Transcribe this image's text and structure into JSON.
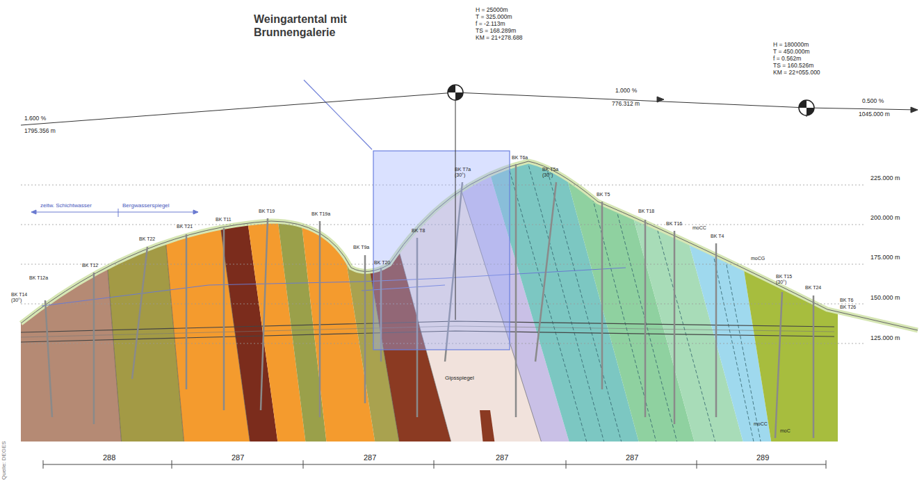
{
  "diagram": {
    "labels": [
      "Weingartental mit Brunnengalerie",
      "H = 25000m",
      "T = 325.000m",
      "f = -2.113m",
      "TS = 168.289m",
      "KM = 21+278.688",
      "H = 180000m",
      "T = 450.000m",
      "f = 0.562m",
      "TS = 160.526m",
      "KM = 22+055.000",
      "1.600 %",
      "1795.356 m",
      "1.000 %",
      "776.312 m",
      "0.500 %",
      "1045.000 m",
      "225.000 m",
      "200.000 m",
      "175.000 m",
      "150.000 m",
      "125.000 m",
      "288",
      "287",
      "287",
      "287",
      "287",
      "289",
      "zeitw. Schichtwasser",
      "Bergwasserspiegel",
      "Quelle: DEGES",
      "Gipsspiegel",
      "BK T12a",
      "BK T14 (30°)",
      "BK T12",
      "BK T22",
      "BK T21",
      "BK T11",
      "BK T19",
      "BK T19a",
      "BK T9a",
      "BK T20",
      "BK T8",
      "BK T7a (30°)",
      "BK T6a",
      "BK T5a (30°)",
      "BK T5",
      "BK T18",
      "BK T16",
      "BK T4",
      "moCC",
      "moCG",
      "BK T15 (30°)",
      "BK T24",
      "BK T6",
      "BK T26",
      "moCC",
      "moC"
    ]
  }
}
